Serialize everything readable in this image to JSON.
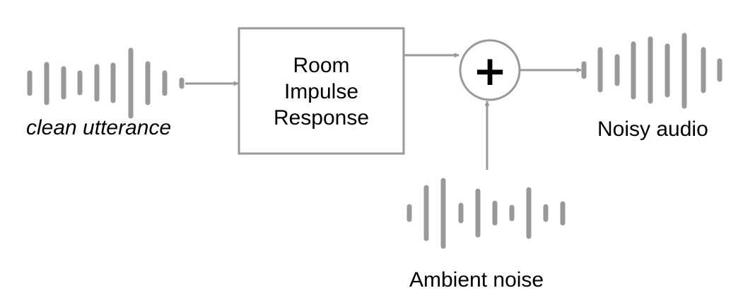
{
  "labels": {
    "input": "clean utterance",
    "box_line1": "Room",
    "box_line2": "Impulse",
    "box_line3": "Response",
    "operator": "+",
    "noise": "Ambient noise",
    "output": "Noisy audio"
  },
  "colors": {
    "stroke": "#999999",
    "text": "#000000",
    "background": "#ffffff"
  }
}
